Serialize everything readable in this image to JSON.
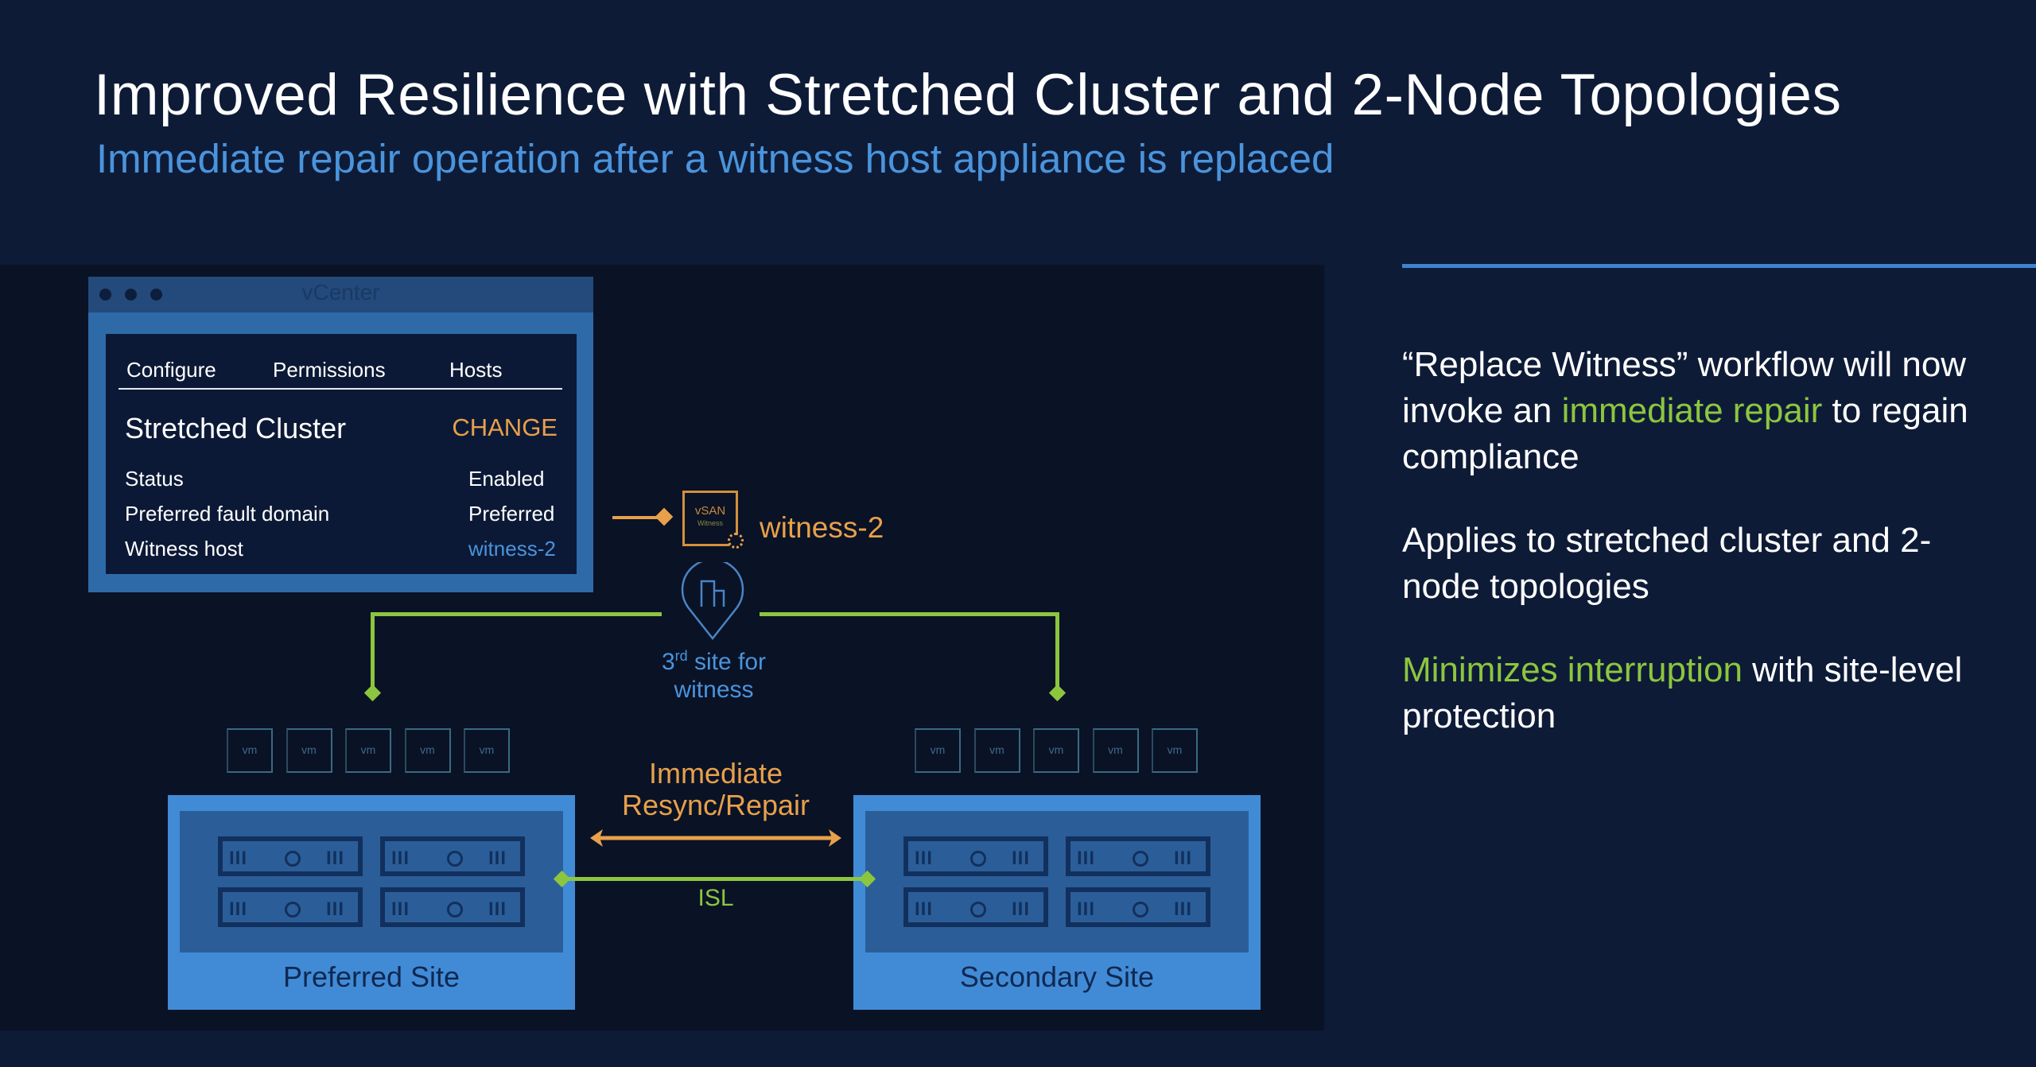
{
  "slide": {
    "title": "Improved Resilience with Stretched Cluster and 2-Node Topologies",
    "subtitle": "Immediate repair operation after a witness host appliance is replaced"
  },
  "vcenter": {
    "window_title": "vCenter",
    "tabs": [
      "Configure",
      "Permissions",
      "Hosts"
    ],
    "section_title": "Stretched Cluster",
    "change_label": "CHANGE",
    "rows": [
      {
        "label": "Status",
        "value": "Enabled"
      },
      {
        "label": "Preferred fault domain",
        "value": "Preferred"
      },
      {
        "label": "Witness host",
        "value": "witness-2"
      }
    ]
  },
  "diagram": {
    "witness_box_line1": "vSAN",
    "witness_box_line2": "Witness",
    "witness_name": "witness-2",
    "third_site_prefix": "3",
    "third_site_sup": "rd",
    "third_site_rest": " site for",
    "third_site_line2": "witness",
    "vm_label": "vm",
    "resync_line1": "Immediate",
    "resync_line2": "Resync/Repair",
    "isl_label": "ISL",
    "server_bars": "III",
    "preferred_site": "Preferred Site",
    "secondary_site": "Secondary Site"
  },
  "bullets": [
    {
      "parts": [
        {
          "t": "“Replace Witness” workflow will now invoke an ",
          "hl": false
        },
        {
          "t": "immediate repair",
          "hl": true
        },
        {
          "t": " to regain compliance",
          "hl": false
        }
      ]
    },
    {
      "parts": [
        {
          "t": "Applies to stretched cluster and 2-node topologies",
          "hl": false
        }
      ]
    },
    {
      "parts": [
        {
          "t": "Minimizes interruption",
          "hl": true
        },
        {
          "t": " with site-level protection",
          "hl": false
        }
      ]
    }
  ],
  "colors": {
    "background": "#0e1b37",
    "accent_blue": "#4a94dc",
    "accent_orange": "#e8a04a",
    "accent_green": "#8cc63f",
    "site_blue": "#418bd6"
  }
}
